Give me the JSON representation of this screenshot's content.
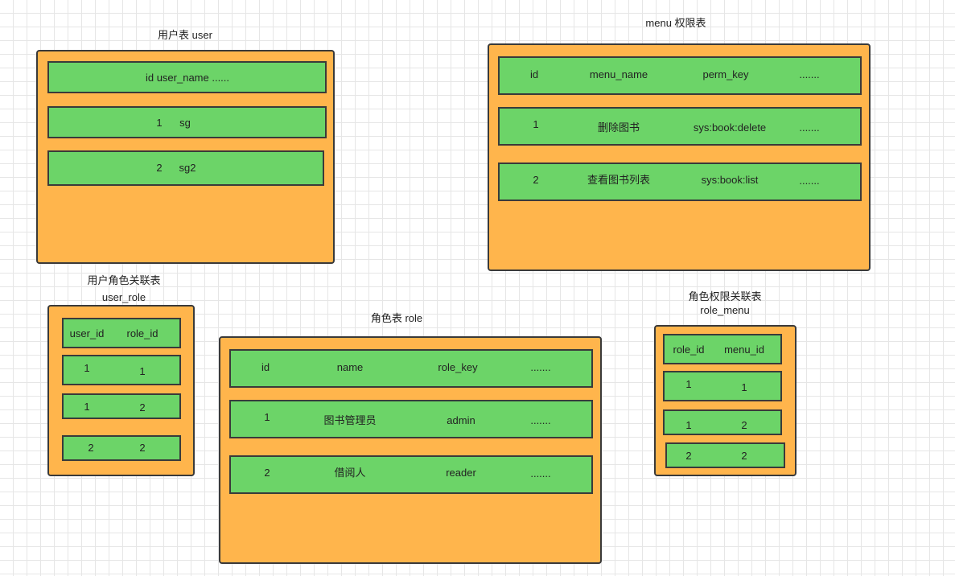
{
  "tables": {
    "user": {
      "title": "用户表  user",
      "rows": [
        [
          "id user_name ......"
        ],
        [
          "1",
          "sg"
        ],
        [
          "2",
          "sg2"
        ]
      ]
    },
    "menu": {
      "title": "menu 权限表",
      "rows": [
        [
          "id",
          "menu_name",
          "perm_key",
          "......."
        ],
        [
          "1",
          "删除图书",
          "sys:book:delete",
          "......."
        ],
        [
          "2",
          "查看图书列表",
          "sys:book:list",
          "......."
        ]
      ]
    },
    "user_role": {
      "title_line1": "用户角色关联表",
      "title_line2": "user_role",
      "rows": [
        [
          "user_id",
          "role_id"
        ],
        [
          "1",
          "1"
        ],
        [
          "1",
          "2"
        ],
        [
          "2",
          "2"
        ]
      ]
    },
    "role": {
      "title": "角色表   role",
      "rows": [
        [
          "id",
          "name",
          "role_key",
          "......."
        ],
        [
          "1",
          "图书管理员",
          "admin",
          "......."
        ],
        [
          "2",
          "借阅人",
          "reader",
          "......."
        ]
      ]
    },
    "role_menu": {
      "title_line1": "角色权限关联表",
      "title_line2": "role_menu",
      "rows": [
        [
          "role_id",
          "menu_id"
        ],
        [
          "1",
          "1"
        ],
        [
          "1",
          "2"
        ],
        [
          "2",
          "2"
        ]
      ]
    }
  }
}
